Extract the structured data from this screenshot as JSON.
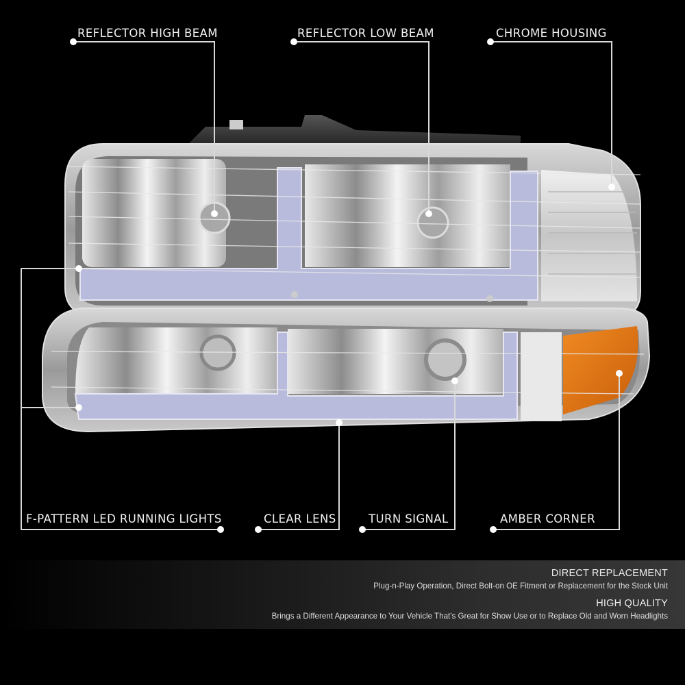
{
  "callouts": {
    "reflector_high_beam": "REFLECTOR HIGH BEAM",
    "reflector_low_beam": "REFLECTOR LOW BEAM",
    "chrome_housing": "CHROME HOUSING",
    "led_running_lights": "F-PATTERN LED RUNNING LIGHTS",
    "clear_lens": "CLEAR LENS",
    "turn_signal": "TURN SIGNAL",
    "amber_corner": "AMBER CORNER"
  },
  "features": [
    {
      "title": "DIRECT REPLACEMENT",
      "description": "Plug-n-Play Operation, Direct Bolt-on OE Fitment or Replacement for the Stock Unit"
    },
    {
      "title": "HIGH QUALITY",
      "description": "Brings a Different Appearance to Your Vehicle That's Great for Show Use or to Replace Old and Worn Headlights"
    }
  ],
  "colors": {
    "background": "#000000",
    "callout_line": "#d9d9d9",
    "led_strip": "#b9bbdc",
    "chrome": "#b5b5b5",
    "amber": "#e07818"
  }
}
